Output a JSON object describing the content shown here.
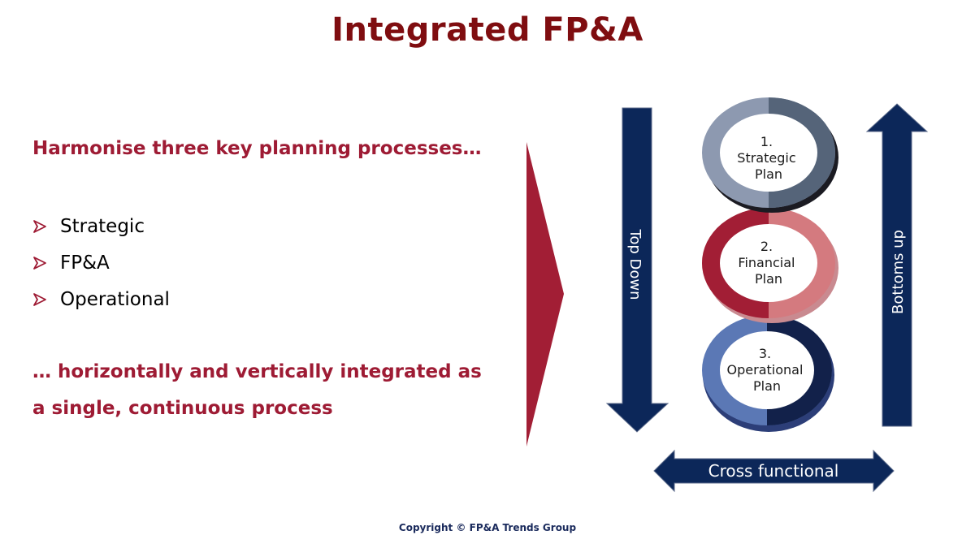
{
  "title": "Integrated FP&A",
  "intro": "Harmonise three key planning processes…",
  "bullets": [
    {
      "label": "Strategic"
    },
    {
      "label": "FP&A"
    },
    {
      "label": "Operational"
    }
  ],
  "conclusion": {
    "line1": "… horizontally and vertically integrated as",
    "line2": "a single, continuous process"
  },
  "diagram": {
    "top_down_label": "Top Down",
    "bottoms_up_label": "Bottoms up",
    "cross_functional_label": "Cross functional",
    "plans": [
      {
        "number": "1.",
        "line1": "Strategic",
        "line2": "Plan"
      },
      {
        "number": "2.",
        "line1": "Financial",
        "line2": "Plan"
      },
      {
        "number": "3.",
        "line1": "Operational",
        "line2": "Plan"
      }
    ]
  },
  "copyright": "Copyright © FP&A Trends Group",
  "colors": {
    "title": "#7f0d10",
    "accent": "#9e1b34",
    "navy": "#0c2759",
    "strategic_light": "#8d99b0",
    "strategic_dark": "#556479",
    "financial_dark": "#a21e35",
    "financial_light": "#d47a7f",
    "operational_light": "#5b78b5",
    "operational_dark": "#12214a",
    "copyright": "#1a2a5c"
  }
}
